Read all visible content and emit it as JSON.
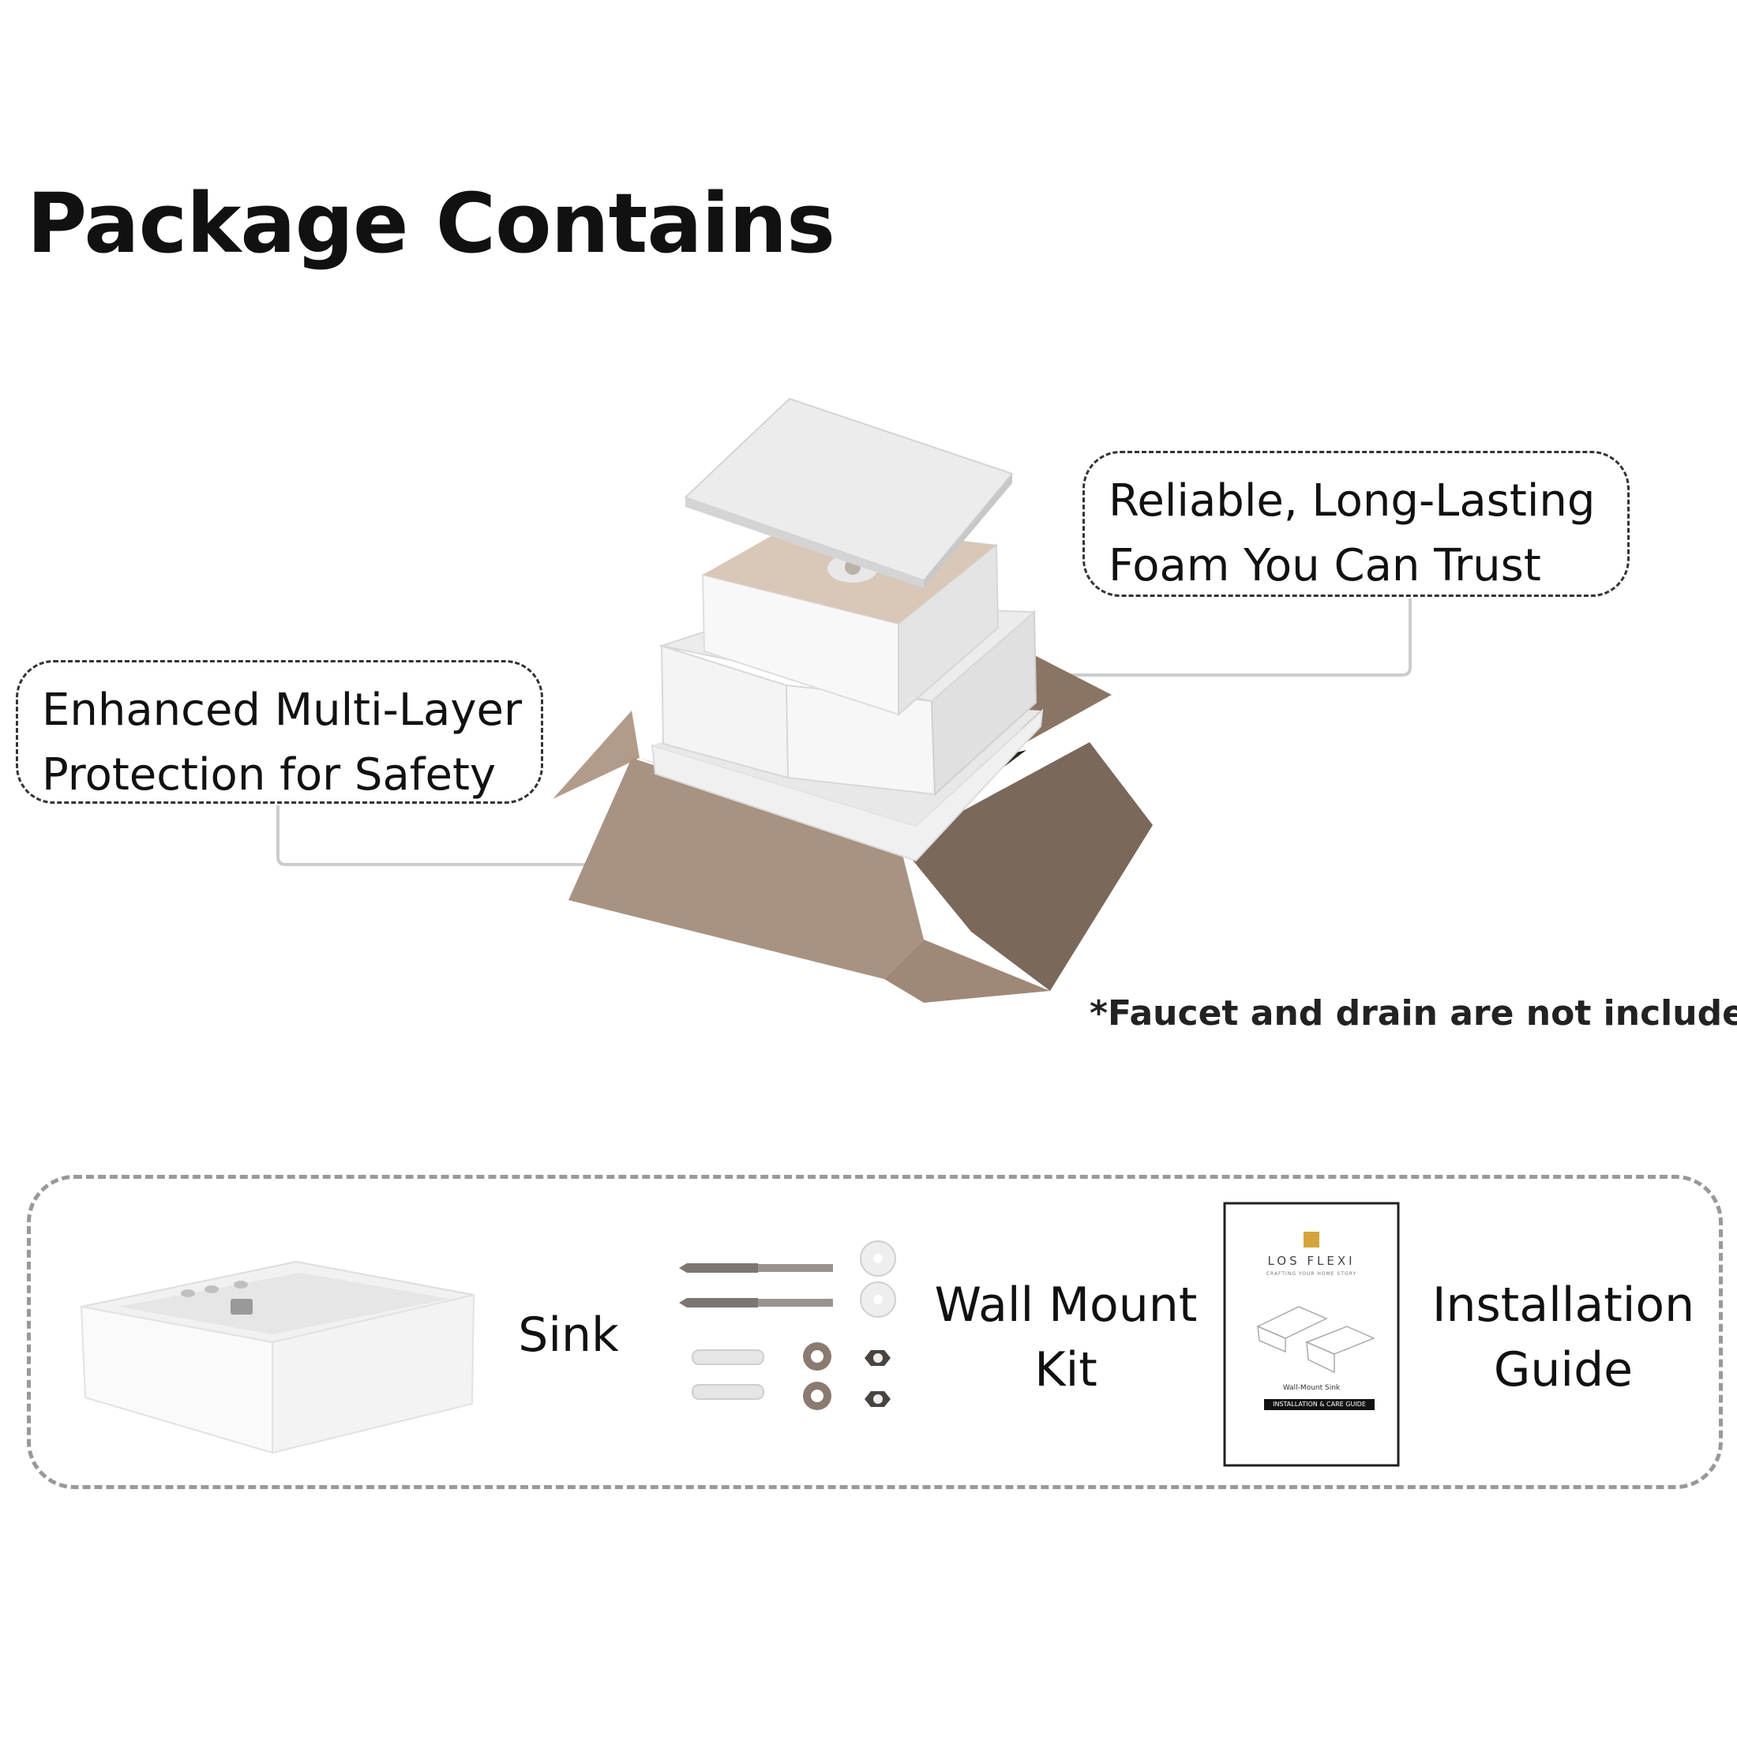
{
  "title": "Package Contains",
  "callouts": {
    "left": [
      "Enhanced Multi-Layer",
      "Protection for Safety"
    ],
    "right": [
      "Reliable, Long-Lasting",
      "Foam You Can Trust"
    ]
  },
  "disclaimer": "*Faucet and drain are not included.",
  "items": {
    "sink": "Sink",
    "wall_mount_kit": [
      "Wall Mount",
      "Kit"
    ],
    "installation_guide": [
      "Installation",
      "Guide"
    ]
  },
  "guide_booklet": {
    "brand": "LOS FLEXI",
    "tagline": "CRAFTING YOUR HOME STORY",
    "product": "Wall-Mount Sink",
    "banner": "INSTALLATION & CARE GUIDE"
  },
  "colors": {
    "cardboard": "#a89282",
    "cardboard_dark": "#7a685a",
    "foam": "#f2f2f2",
    "connector": "#cccccc"
  }
}
